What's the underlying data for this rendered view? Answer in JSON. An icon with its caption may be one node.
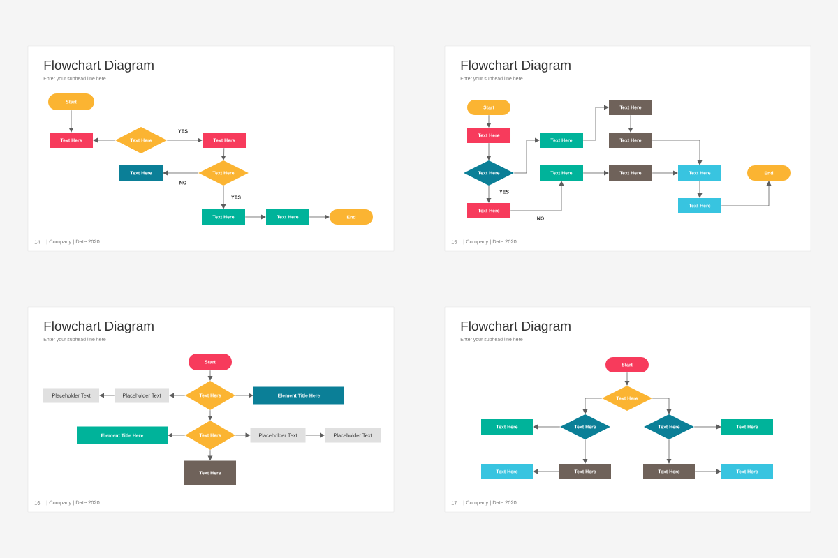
{
  "diagram": {
    "nodes": [
      {
        "text": [
          "Flowchart Diagram",
          "Enter your subhead line here"
        ]
      },
      {
        "text": [
          "Start"
        ],
        "in": 0
      },
      {
        "text": [
          "Text Here"
        ],
        "in": 0
      },
      {
        "text": [
          "Text Here"
        ],
        "in": 0
      },
      {
        "text": [
          "Text Here"
        ],
        "in": 0
      },
      {
        "text": [
          "Text Here"
        ],
        "in": 0
      },
      {
        "text": [
          "Text Here"
        ],
        "in": 0
      },
      {
        "text": [
          "Text Here"
        ],
        "in": 0
      },
      {
        "text": [
          "Text Here"
        ],
        "in": 0
      },
      {
        "text": [
          "End"
        ],
        "in": 0
      },
      {
        "text": [
          "Flowchart Diagram",
          "Enter your subhead line here"
        ]
      },
      {
        "text": [
          "Start"
        ],
        "in": 10
      },
      {
        "text": [
          "Text Here"
        ],
        "in": 10
      },
      {
        "text": [
          "Text Here"
        ],
        "in": 10
      },
      {
        "text": [
          "Text Here"
        ],
        "in": 10
      },
      {
        "text": [
          "Text Here"
        ],
        "in": 10
      },
      {
        "text": [
          "Text Here"
        ],
        "in": 10
      },
      {
        "text": [
          "Text Here"
        ],
        "in": 10
      },
      {
        "text": [
          "Text Here"
        ],
        "in": 10
      },
      {
        "text": [
          "Text Here"
        ],
        "in": 10
      },
      {
        "text": [
          "End"
        ],
        "in": 10
      },
      {
        "text": [
          "Text Here"
        ],
        "in": 10
      },
      {
        "text": [
          "Text Here"
        ],
        "in": 10
      },
      {
        "text": [
          "Flowchart Diagram",
          "Enter your subhead line here"
        ]
      },
      {
        "text": [
          "Start"
        ],
        "in": 23
      },
      {
        "text": [
          "Placeholder Text"
        ],
        "in": 23
      },
      {
        "text": [
          "Placeholder Text"
        ],
        "in": 23
      },
      {
        "text": [
          "Text Here"
        ],
        "in": 23
      },
      {
        "text": [
          "Element Title Here"
        ],
        "in": 23
      },
      {
        "text": [
          "Element Title Here"
        ],
        "in": 23
      },
      {
        "text": [
          "Text Here"
        ],
        "in": 23
      },
      {
        "text": [
          "Placeholder Text"
        ],
        "in": 23
      },
      {
        "text": [
          "Placeholder Text"
        ],
        "in": 23
      },
      {
        "text": [
          "Text Here"
        ],
        "in": 23
      },
      {
        "text": [
          "Flowchart Diagram",
          "Enter your subhead line here"
        ]
      },
      {
        "text": [
          "Start"
        ],
        "in": 34
      },
      {
        "text": [
          "Text Here"
        ],
        "in": 34
      },
      {
        "text": [
          "Text Here"
        ],
        "in": 34
      },
      {
        "text": [
          "Text Here"
        ],
        "in": 34
      },
      {
        "text": [
          "Text Here"
        ],
        "in": 34
      },
      {
        "text": [
          "Text Here"
        ],
        "in": 34
      },
      {
        "text": [
          "Text Here"
        ],
        "in": 34
      },
      {
        "text": [
          "Text Here"
        ],
        "in": 34
      },
      {
        "text": [
          "Text Here"
        ],
        "in": 34
      },
      {
        "text": [
          "Text Here"
        ],
        "in": 34
      }
    ],
    "edges": [
      {
        "from": 1,
        "to": 2,
        "arrow": "to"
      },
      {
        "from": 3,
        "to": 2,
        "arrow": "to"
      },
      {
        "from": 3,
        "to": 4,
        "arrow": "to",
        "label": "YES"
      },
      {
        "from": 4,
        "to": 6,
        "arrow": "to"
      },
      {
        "from": 6,
        "to": 5,
        "arrow": "to",
        "label": "NO"
      },
      {
        "from": 6,
        "to": 7,
        "arrow": "to",
        "label": "YES"
      },
      {
        "from": 7,
        "to": 8,
        "arrow": "to"
      },
      {
        "from": 8,
        "to": 9,
        "arrow": "to"
      },
      {
        "from": 11,
        "to": 13,
        "arrow": "to"
      },
      {
        "from": 13,
        "to": 16,
        "arrow": "to"
      },
      {
        "from": 16,
        "to": 14,
        "arrow": "to"
      },
      {
        "from": 16,
        "to": 22,
        "arrow": "to",
        "label": "YES"
      },
      {
        "from": 22,
        "to": 17,
        "arrow": "to",
        "label": "NO"
      },
      {
        "from": 14,
        "to": 12,
        "arrow": "to"
      },
      {
        "from": 12,
        "to": 15,
        "arrow": "to"
      },
      {
        "from": 15,
        "to": 19,
        "arrow": "to"
      },
      {
        "from": 17,
        "to": 18,
        "arrow": "to"
      },
      {
        "from": 18,
        "to": 19,
        "arrow": "to"
      },
      {
        "from": 19,
        "to": 21,
        "arrow": "to"
      },
      {
        "from": 21,
        "to": 20,
        "arrow": "to"
      },
      {
        "from": 24,
        "to": 27,
        "arrow": "to"
      },
      {
        "from": 27,
        "to": 26,
        "arrow": "to"
      },
      {
        "from": 26,
        "to": 25,
        "arrow": "to"
      },
      {
        "from": 27,
        "to": 28,
        "arrow": "to"
      },
      {
        "from": 27,
        "to": 30,
        "arrow": "to"
      },
      {
        "from": 30,
        "to": 29,
        "arrow": "to"
      },
      {
        "from": 30,
        "to": 31,
        "arrow": "to"
      },
      {
        "from": 31,
        "to": 32,
        "arrow": "to"
      },
      {
        "from": 30,
        "to": 33,
        "arrow": "to"
      },
      {
        "from": 35,
        "to": 36,
        "arrow": "to"
      },
      {
        "from": 36,
        "to": 38,
        "arrow": "to"
      },
      {
        "from": 36,
        "to": 39,
        "arrow": "to"
      },
      {
        "from": 38,
        "to": 37,
        "arrow": "to"
      },
      {
        "from": 38,
        "to": 42,
        "arrow": "to"
      },
      {
        "from": 39,
        "to": 40,
        "arrow": "to"
      },
      {
        "from": 39,
        "to": 43,
        "arrow": "to"
      },
      {
        "from": 42,
        "to": 41,
        "arrow": "to"
      },
      {
        "from": 43,
        "to": 44,
        "arrow": "to"
      }
    ],
    "labels": [
      "14",
      "| Company | Date 2020",
      "15",
      "| Company | Date 2020",
      "16",
      "| Company | Date 2020",
      "17",
      "| Company | Date 2020"
    ]
  }
}
